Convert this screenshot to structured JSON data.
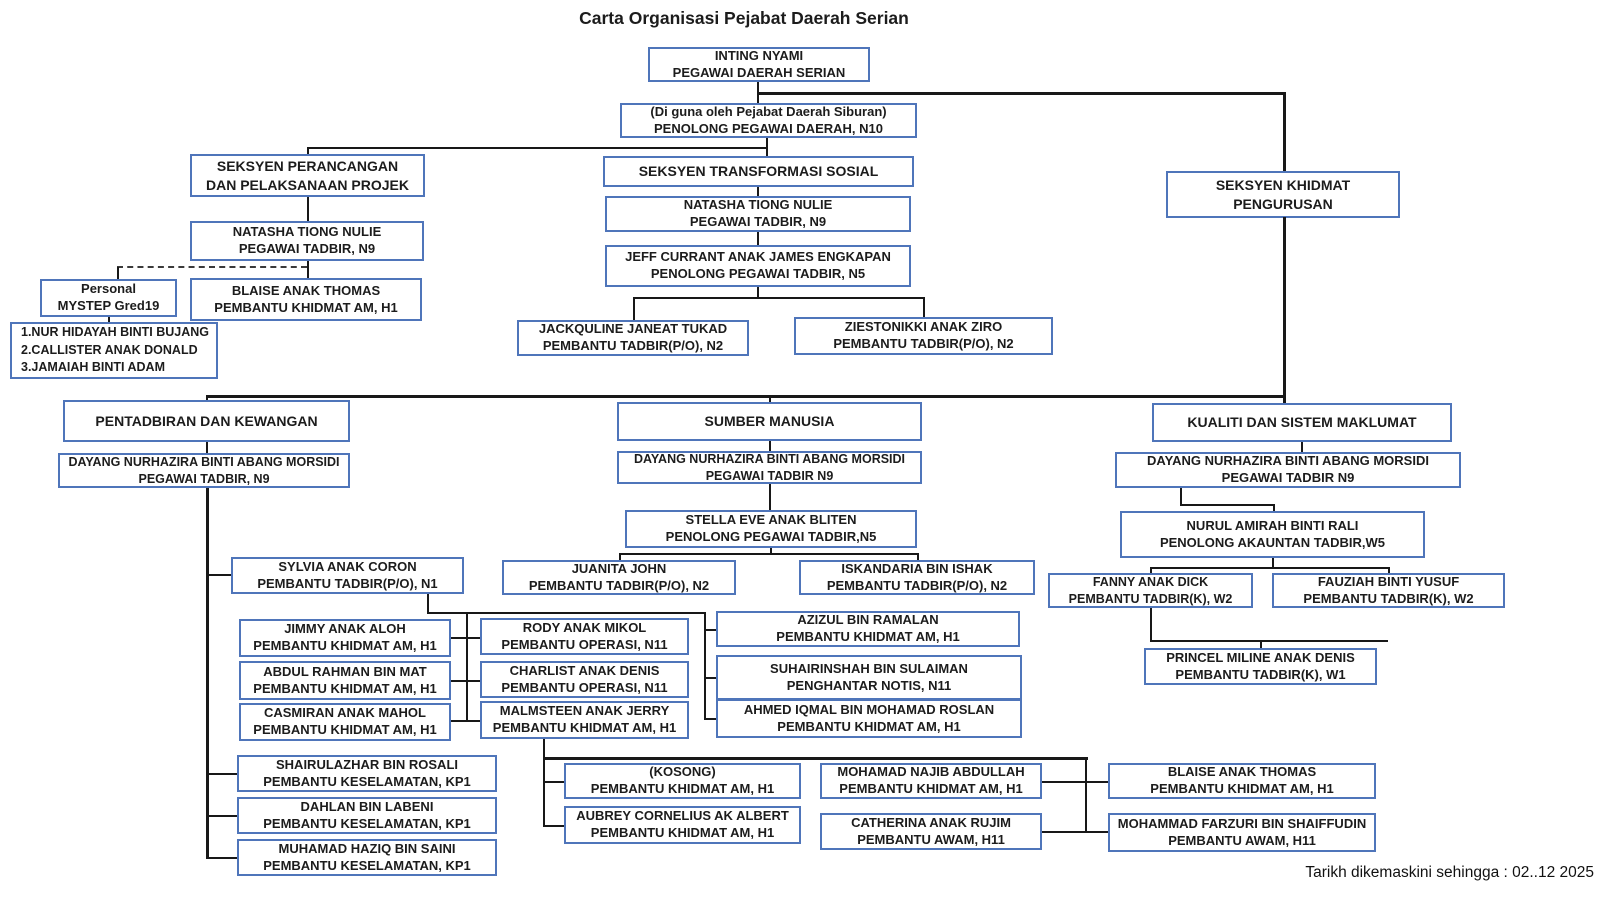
{
  "title": "Carta Organisasi Pejabat Daerah Serian",
  "footer": "Tarikh dikemaskini sehingga : 02..12 2025",
  "colors": {
    "box_border": "#4f75ba",
    "connector": "#181818",
    "text": "#1c1c1c"
  },
  "nodes": {
    "inting": {
      "l1": "INTING NYAMI",
      "l2": "PEGAWAI DAERAH SERIAN"
    },
    "siburan": {
      "l1": "(Di guna oleh Pejabat Daerah Siburan)",
      "l2": "PENOLONG PEGAWAI DAERAH, N10"
    },
    "sek_perancangan": {
      "l1": "SEKSYEN PERANCANGAN",
      "l2": "DAN PELAKSANAAN PROJEK"
    },
    "sek_transformasi": {
      "l1": "SEKSYEN TRANSFORMASI SOSIAL"
    },
    "sek_khidmat": {
      "l1": "SEKSYEN KHIDMAT",
      "l2": "PENGURUSAN"
    },
    "natasha_l": {
      "l1": "NATASHA TIONG NULIE",
      "l2": "PEGAWAI TADBIR, N9"
    },
    "natasha_m": {
      "l1": "NATASHA TIONG NULIE",
      "l2": "PEGAWAI TADBIR, N9"
    },
    "jeff": {
      "l1": "JEFF CURRANT ANAK JAMES ENGKAPAN",
      "l2": "PENOLONG PEGAWAI TADBIR, N5"
    },
    "personal": {
      "l1": "Personal",
      "l2": "MYSTEP Gred19"
    },
    "blaise_l": {
      "l1": "BLAISE ANAK THOMAS",
      "l2": "PEMBANTU KHIDMAT AM, H1"
    },
    "mystep_list": {
      "l1": "1.NUR HIDAYAH BINTI BUJANG",
      "l2": "2.CALLISTER ANAK DONALD",
      "l3": "3.JAMAIAH BINTI ADAM"
    },
    "jackquline": {
      "l1": "JACKQULINE JANEAT TUKAD",
      "l2": "PEMBANTU TADBIR(P/O), N2"
    },
    "ziestonikki": {
      "l1": "ZIESTONIKKI ANAK ZIRO",
      "l2": "PEMBANTU TADBIR(P/O), N2"
    },
    "pentadbiran": {
      "l1": "PENTADBIRAN DAN KEWANGAN"
    },
    "dayang_l": {
      "l1": "DAYANG NURHAZIRA BINTI ABANG MORSIDI",
      "l2": "PEGAWAI TADBIR, N9"
    },
    "sumber": {
      "l1": "SUMBER MANUSIA"
    },
    "dayang_m": {
      "l1": "DAYANG NURHAZIRA BINTI ABANG MORSIDI",
      "l2": "PEGAWAI TADBIR N9"
    },
    "kualiti": {
      "l1": "KUALITI DAN SISTEM MAKLUMAT"
    },
    "dayang_r": {
      "l1": "DAYANG NURHAZIRA BINTI ABANG MORSIDI",
      "l2": "PEGAWAI TADBIR N9"
    },
    "stella": {
      "l1": "STELLA EVE ANAK BLITEN",
      "l2": "PENOLONG PEGAWAI TADBIR,N5"
    },
    "nurul": {
      "l1": "NURUL AMIRAH BINTI RALI",
      "l2": "PENOLONG AKAUNTAN TADBIR,W5"
    },
    "sylvia": {
      "l1": "SYLVIA ANAK CORON",
      "l2": "PEMBANTU TADBIR(P/O), N1"
    },
    "juanita": {
      "l1": "JUANITA JOHN",
      "l2": "PEMBANTU TADBIR(P/O), N2"
    },
    "iskandaria": {
      "l1": "ISKANDARIA  BIN ISHAK",
      "l2": "PEMBANTU TADBIR(P/O), N2"
    },
    "fanny": {
      "l1": "FANNY ANAK DICK",
      "l2": "PEMBANTU TADBIR(K), W2"
    },
    "fauziah": {
      "l1": "FAUZIAH BINTI YUSUF",
      "l2": "PEMBANTU TADBIR(K), W2"
    },
    "princel": {
      "l1": "PRINCEL MILINE ANAK DENIS",
      "l2": "PEMBANTU TADBIR(K), W1"
    },
    "jimmy": {
      "l1": "JIMMY ANAK ALOH",
      "l2": "PEMBANTU KHIDMAT AM, H1"
    },
    "rody": {
      "l1": "RODY ANAK MIKOL",
      "l2": "PEMBANTU OPERASI, N11"
    },
    "azizul": {
      "l1": "AZIZUL BIN RAMALAN",
      "l2": "PEMBANTU KHIDMAT AM, H1"
    },
    "abdul": {
      "l1": "ABDUL RAHMAN BIN MAT",
      "l2": "PEMBANTU KHIDMAT AM, H1"
    },
    "charlist": {
      "l1": "CHARLIST ANAK DENIS",
      "l2": "PEMBANTU OPERASI, N11"
    },
    "suhairinshah": {
      "l1": "SUHAIRINSHAH BIN SULAIMAN",
      "l2": "PENGHANTAR NOTIS, N11"
    },
    "casmiran": {
      "l1": "CASMIRAN ANAK MAHOL",
      "l2": "PEMBANTU KHIDMAT AM, H1"
    },
    "malmsteen": {
      "l1": "MALMSTEEN ANAK JERRY",
      "l2": "PEMBANTU KHIDMAT AM, H1"
    },
    "ahmed": {
      "l1": "AHMED IQMAL BIN MOHAMAD ROSLAN",
      "l2": "PEMBANTU KHIDMAT AM, H1"
    },
    "shairulazhar": {
      "l1": "SHAIRULAZHAR BIN ROSALI",
      "l2": "PEMBANTU KESELAMATAN, KP1"
    },
    "dahlan": {
      "l1": "DAHLAN BIN LABENI",
      "l2": "PEMBANTU KESELAMATAN, KP1"
    },
    "muhamad": {
      "l1": "MUHAMAD HAZIQ BIN SAINI",
      "l2": "PEMBANTU KESELAMATAN, KP1"
    },
    "kosong": {
      "l1": "(KOSONG)",
      "l2": "PEMBANTU KHIDMAT AM, H1"
    },
    "aubrey": {
      "l1": "AUBREY CORNELIUS AK ALBERT",
      "l2": "PEMBANTU KHIDMAT AM, H1"
    },
    "najib": {
      "l1": "MOHAMAD NAJIB ABDULLAH",
      "l2": "PEMBANTU KHIDMAT AM, H1"
    },
    "catherina": {
      "l1": "CATHERINA ANAK RUJIM",
      "l2": "PEMBANTU AWAM, H11"
    },
    "blaise_b": {
      "l1": "BLAISE ANAK THOMAS",
      "l2": "PEMBANTU KHIDMAT AM, H1"
    },
    "farzuri": {
      "l1": "MOHAMMAD FARZURI BIN SHAIFFUDIN",
      "l2": "PEMBANTU AWAM, H11"
    }
  }
}
